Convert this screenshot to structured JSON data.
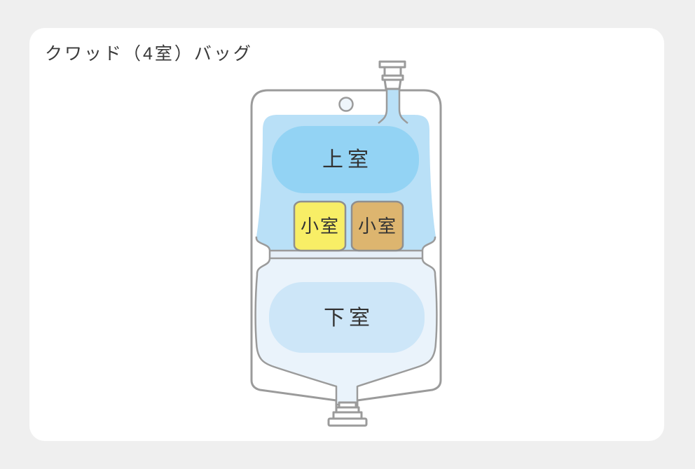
{
  "title": "クワッド（4室）バッグ",
  "bag": {
    "upper_chamber_label": "上室",
    "small_chamber_left_label": "小室",
    "small_chamber_right_label": "小室",
    "lower_chamber_label": "下室"
  },
  "colors": {
    "outline": "#9b9b9b",
    "upper_compartment_fill": "#b9e0f7",
    "upper_chamber": "#93d3f4",
    "small_chamber_left": "#f8ee66",
    "small_chamber_right": "#ddb56f",
    "seal_band": "#e6eff8",
    "lower_compartment_fill": "#eaf3fb",
    "lower_chamber": "#cde6f8",
    "hang_hole_fill": "#eef5fb"
  }
}
